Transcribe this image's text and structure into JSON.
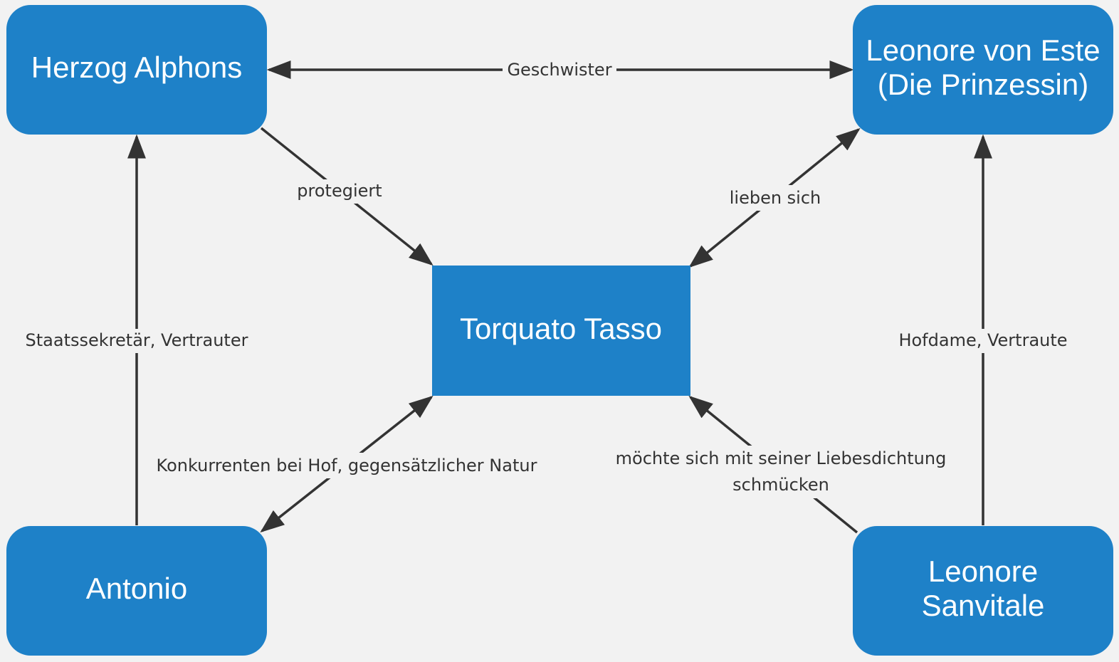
{
  "colors": {
    "background": "#f2f2f2",
    "node_fill": "#1e81c8",
    "node_text": "#ffffff",
    "edge": "#333333",
    "label_text": "#333333"
  },
  "nodes": {
    "herzog_alphons": {
      "line1": "Herzog Alphons"
    },
    "leonore_este": {
      "line1": "Leonore von Este",
      "line2": "(Die Prinzessin)"
    },
    "torquato_tasso": {
      "line1": "Torquato Tasso"
    },
    "antonio": {
      "line1": "Antonio"
    },
    "leonore_sanvitale": {
      "line1": "Leonore",
      "line2": "Sanvitale"
    }
  },
  "edges": {
    "geschwister": {
      "label": "Geschwister"
    },
    "protegiert": {
      "label": "protegiert"
    },
    "lieben_sich": {
      "label": "lieben sich"
    },
    "staatssekretaer": {
      "label": "Staatssekretär, Vertrauter"
    },
    "hofdame": {
      "label": "Hofdame, Vertraute"
    },
    "konkurrenten": {
      "label": "Konkurrenten bei Hof, gegensätzlicher Natur"
    },
    "liebesdichtung": {
      "line1": "möchte sich mit seiner Liebesdichtung",
      "line2": "schmücken"
    }
  }
}
